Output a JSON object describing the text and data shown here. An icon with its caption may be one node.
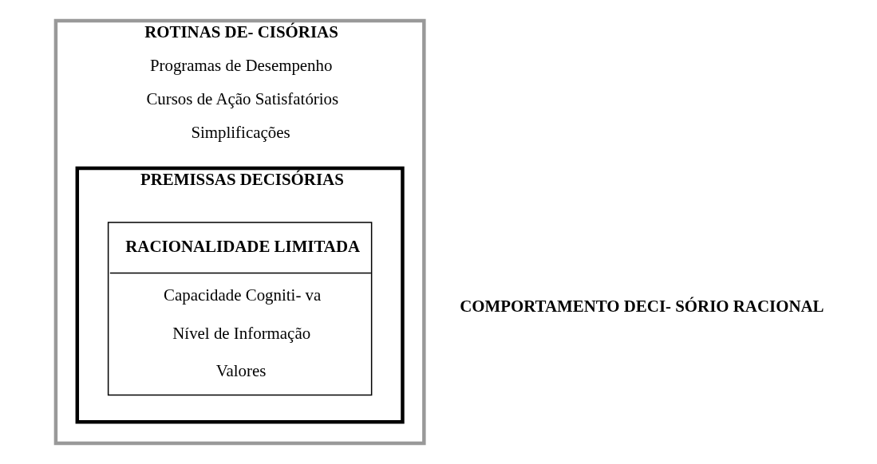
{
  "diagram": {
    "nodes": [
      {
        "text": [
          "ROTINAS DE- CISÓRIAS",
          "Programas de Desempenho",
          "Cursos de Ação Satisfatórios",
          "Simplificações"
        ]
      },
      {
        "text": [
          "PREMISSAS DECISÓRIAS"
        ],
        "in": 0
      },
      {
        "text": [
          "RACIONALIDADE LIMITADA",
          "Capacidade Cogniti- va",
          "Nível de Informação",
          "Valores"
        ],
        "in": 1
      }
    ],
    "labels": [
      "COMPORTAMENTO DECI- SÓRIO RACIONAL"
    ]
  }
}
